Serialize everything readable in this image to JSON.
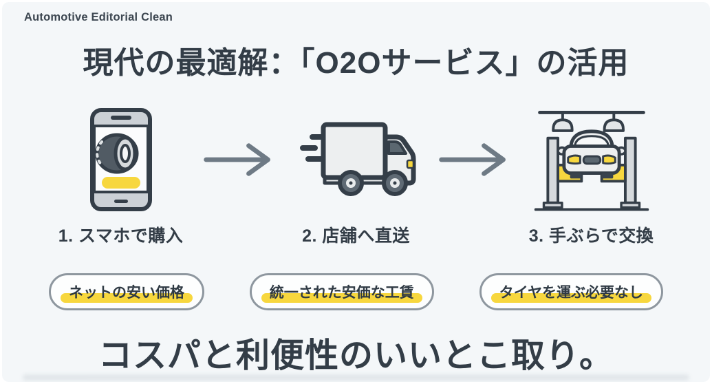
{
  "colors": {
    "background": "#f4f7f9",
    "frame_white": "#ffffff",
    "text_dark": "#333d47",
    "arrow_gray": "#6e7a85",
    "pill_border_gray": "#8e979f",
    "accent_yellow": "#f7d73e",
    "icon_body_light": "#edeff0",
    "icon_mid_gray": "#ccd1d6",
    "icon_window_gray": "#5b6770",
    "icon_outline_dark": "#343e48"
  },
  "header": {
    "tag": "Automotive Editorial Clean",
    "title": "現代の最適解：「O2Oサービス」の活用"
  },
  "flow": {
    "arrow_icon": "right-arrow-icon",
    "steps": [
      {
        "icon": "smartphone-tire-purchase-icon",
        "label": "1. スマホで購入"
      },
      {
        "icon": "delivery-truck-icon",
        "label": "2. 店舗へ直送"
      },
      {
        "icon": "car-on-lift-icon",
        "label": "3. 手ぶらで交換"
      }
    ]
  },
  "benefits": [
    {
      "label": "ネットの安い価格"
    },
    {
      "label": "統一された安価な工賃"
    },
    {
      "label": "タイヤを運ぶ必要なし"
    }
  ],
  "conclusion": "コスパと利便性のいいとこ取り。"
}
